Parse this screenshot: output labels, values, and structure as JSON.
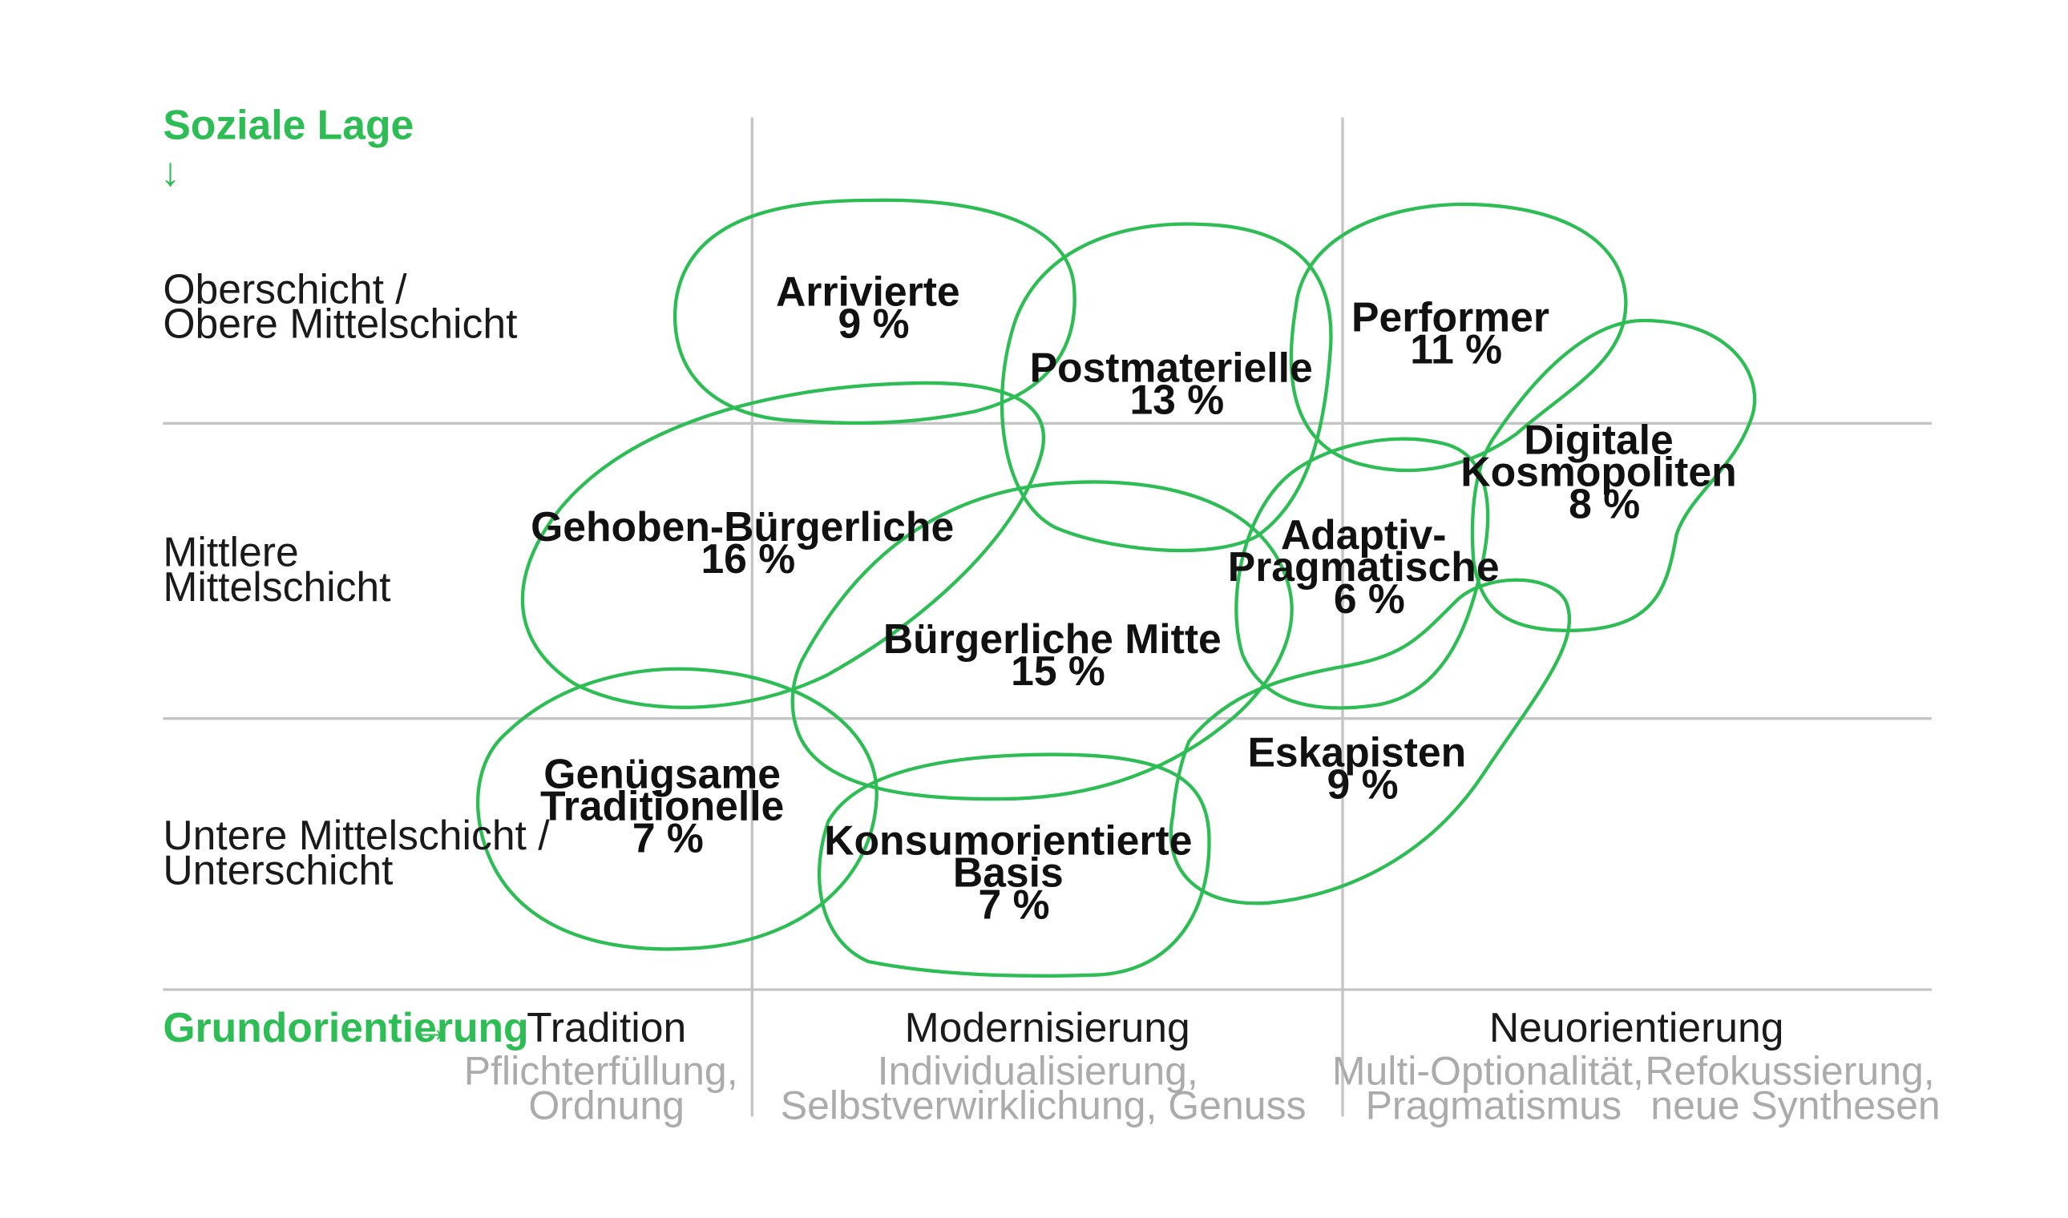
{
  "y_axis": {
    "title": "Soziale Lage",
    "arrow": "↓"
  },
  "x_axis": {
    "title": "Grundorientierung",
    "arrow": "→"
  },
  "rows": [
    [
      "Oberschicht /",
      "Obere Mittelschicht"
    ],
    [
      "Mittlere",
      "Mittelschicht"
    ],
    [
      "Untere Mittelschicht /",
      "Unterschicht"
    ]
  ],
  "columns": [
    {
      "head": "Tradition",
      "sub": [
        [
          "Pflichterfüllung,",
          "Ordnung"
        ]
      ]
    },
    {
      "head": "Modernisierung",
      "sub": [
        [
          "Individualisierung,",
          "Selbstverwirklichung, Genuss"
        ]
      ]
    },
    {
      "head": "Neuorientierung",
      "sub": [
        [
          "Multi-Optionalität,",
          "Pragmatismus"
        ],
        [
          "Refokussierung,",
          "neue Synthesen"
        ]
      ]
    }
  ],
  "segments": [
    {
      "name": [
        "Arrivierte"
      ],
      "share": "9 %"
    },
    {
      "name": [
        "Postmaterielle"
      ],
      "share": "13 %"
    },
    {
      "name": [
        "Performer"
      ],
      "share": "11 %"
    },
    {
      "name": [
        "Digitale",
        "Kosmopoliten"
      ],
      "share": "8 %"
    },
    {
      "name": [
        "Gehoben-Bürgerliche"
      ],
      "share": "16 %"
    },
    {
      "name": [
        "Adaptiv-",
        "Pragmatische"
      ],
      "share": "6 %"
    },
    {
      "name": [
        "Bürgerliche Mitte"
      ],
      "share": "15 %"
    },
    {
      "name": [
        "Genügsame",
        "Traditionelle"
      ],
      "share": "7 %"
    },
    {
      "name": [
        "Eskapisten"
      ],
      "share": "9 %"
    },
    {
      "name": [
        "Konsumorientierte",
        "Basis"
      ],
      "share": "7 %"
    }
  ],
  "colors": {
    "accent": "#2dbd54",
    "grid": "#c4c4c4",
    "subtext": "#ababab"
  }
}
